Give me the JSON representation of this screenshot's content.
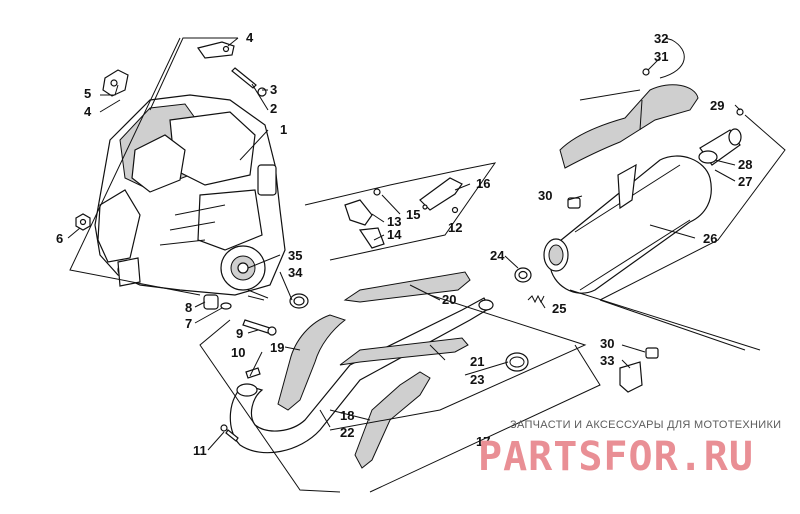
{
  "callouts": {
    "c1": "1",
    "c2": "2",
    "c3": "3",
    "c4a": "4",
    "c4b": "4",
    "c5": "5",
    "c6": "6",
    "c7": "7",
    "c8": "8",
    "c9": "9",
    "c10": "10",
    "c11": "11",
    "c12": "12",
    "c13": "13",
    "c14": "14",
    "c15": "15",
    "c16": "16",
    "c17": "17",
    "c18": "18",
    "c19": "19",
    "c20": "20",
    "c21": "21",
    "c22": "22",
    "c23": "23",
    "c24": "24",
    "c25": "25",
    "c26": "26",
    "c27": "27",
    "c28": "28",
    "c29": "29",
    "c30a": "30",
    "c30b": "30",
    "c31": "31",
    "c32": "32",
    "c33": "33",
    "c34": "34",
    "c35": "35"
  },
  "watermark": {
    "caption": "ЗАПЧАСТИ И АКСЕССУАРЫ ДЛЯ МОТОТЕХНИКИ",
    "logo": "PARTSFOR.RU"
  }
}
